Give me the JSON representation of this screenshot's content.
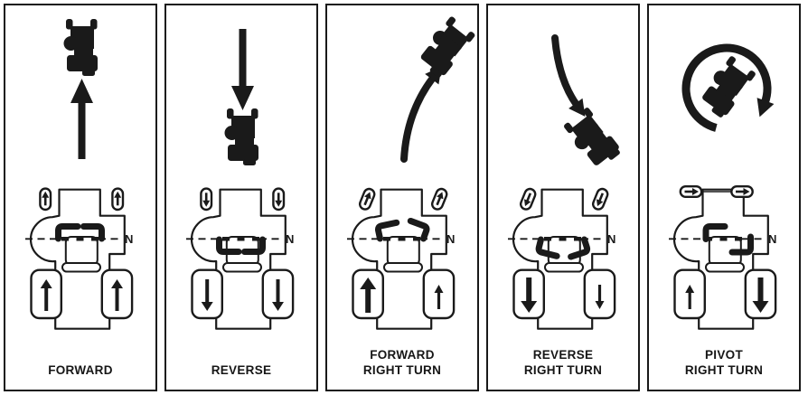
{
  "figure": {
    "neutral_label": "N",
    "colors": {
      "ink": "#1a1a1a",
      "background": "#ffffff"
    },
    "panels": [
      {
        "id": "forward",
        "label_lines": [
          "FORWARD"
        ],
        "vehicle_icon": "mower-top-view",
        "motion_arrow": "straight-up",
        "caster_left": "up",
        "caster_right": "up",
        "lever_left": "forward",
        "lever_right": "forward",
        "wheel_left": "up-normal",
        "wheel_right": "up-normal"
      },
      {
        "id": "reverse",
        "label_lines": [
          "REVERSE"
        ],
        "vehicle_icon": "mower-top-view",
        "motion_arrow": "straight-down",
        "caster_left": "down",
        "caster_right": "down",
        "lever_left": "reverse",
        "lever_right": "reverse",
        "wheel_left": "down-normal",
        "wheel_right": "down-normal"
      },
      {
        "id": "forward-right-turn",
        "label_lines": [
          "FORWARD",
          "RIGHT TURN"
        ],
        "vehicle_icon": "mower-top-view",
        "motion_arrow": "curve-up-right",
        "caster_left": "up-tilted",
        "caster_right": "up-tilted",
        "lever_left": "forward-far",
        "lever_right": "forward-slight",
        "wheel_left": "up-large",
        "wheel_right": "up-small"
      },
      {
        "id": "reverse-right-turn",
        "label_lines": [
          "REVERSE",
          "RIGHT TURN"
        ],
        "vehicle_icon": "mower-top-view",
        "motion_arrow": "curve-down-right",
        "caster_left": "down-tilted",
        "caster_right": "down-tilted",
        "lever_left": "reverse-far",
        "lever_right": "reverse-slight",
        "wheel_left": "down-large",
        "wheel_right": "down-small"
      },
      {
        "id": "pivot-right-turn",
        "label_lines": [
          "PIVOT",
          "RIGHT TURN"
        ],
        "vehicle_icon": "mower-top-view",
        "motion_arrow": "rotate-clockwise",
        "caster_left": "right",
        "caster_right": "right",
        "lever_left": "forward",
        "lever_right": "reverse",
        "wheel_left": "up-small",
        "wheel_right": "down-large"
      }
    ]
  }
}
